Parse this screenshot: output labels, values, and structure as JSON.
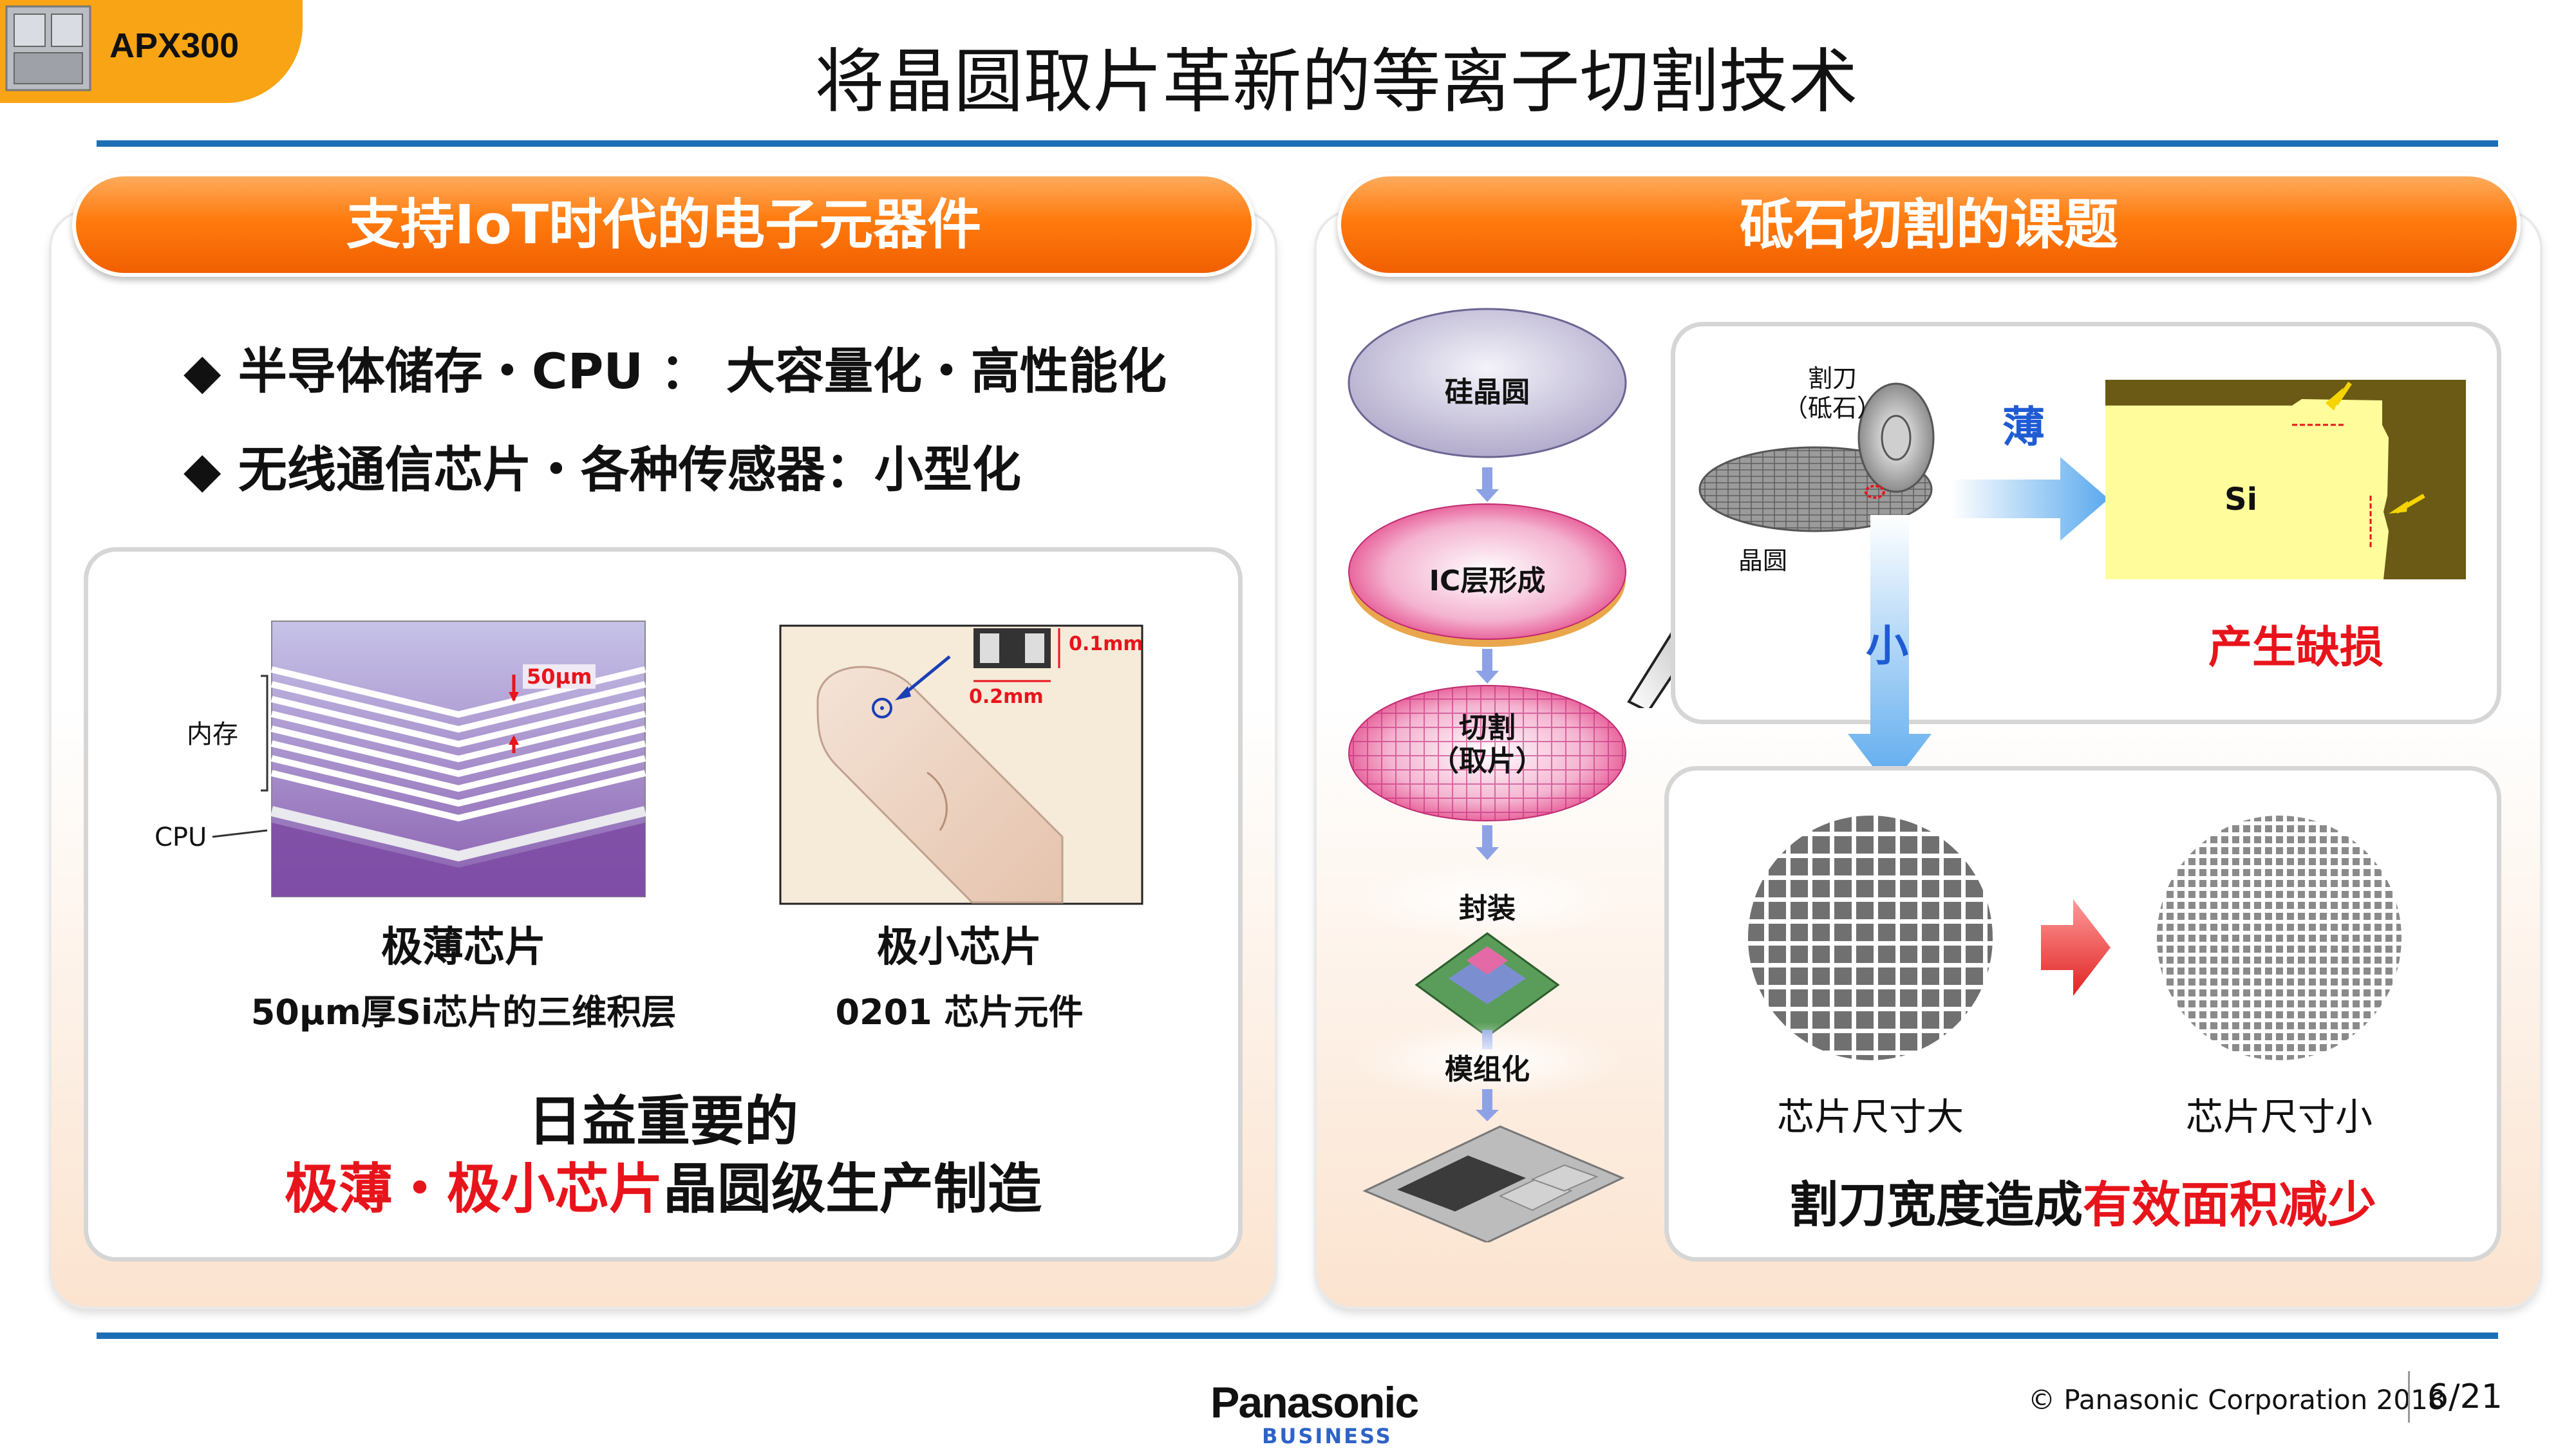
{
  "header": {
    "badge_label": "APX300",
    "title": "将晶圆取片革新的等离子切割技术"
  },
  "left_panel": {
    "heading": "支持IoT时代的电子元器件",
    "bullets": [
      "半导体储存・CPU ： 大容量化・高性能化",
      "无线通信芯片・各种传感器：小型化"
    ],
    "bullet_symbol": "◆",
    "thin_chip": {
      "label_memory": "内存",
      "label_cpu": "CPU",
      "thickness_label": "50μm",
      "caption": "极薄芯片",
      "subcaption": "50μm厚Si芯片的三维积层"
    },
    "small_chip": {
      "dim_a": "0.1mm",
      "dim_b": "0.2mm",
      "caption": "极小芯片",
      "subcaption": "0201 芯片元件"
    },
    "conclusion_line1": "日益重要的",
    "conclusion_highlight": "极薄・极小芯片",
    "conclusion_rest": "晶圆级生产制造"
  },
  "right_panel": {
    "heading": "砥石切割的课题",
    "flow": [
      "硅晶圆",
      "IC层形成",
      "切割\n（取片）",
      "封装",
      "模组化"
    ],
    "blade_label": "割刀\n（砥石）",
    "wafer_label": "晶圆",
    "thin_label": "薄",
    "small_label": "小",
    "si_label": "Si",
    "defect_label": "产生缺损",
    "chip_large": "芯片尺寸大",
    "chip_small": "芯片尺寸小",
    "bottom_text_normal": "割刀宽度造成",
    "bottom_text_highlight": "有效面积减少"
  },
  "footer": {
    "logo": "Panasonic",
    "logo_sub": "BUSINESS",
    "copyright": "© Panasonic Corporation 2018",
    "page": "6/21"
  },
  "colors": {
    "accent_orange": "#ff7b0e",
    "rule_blue": "#1d6fb5",
    "highlight_red": "#e8141b",
    "label_blue": "#1f5bd3"
  }
}
